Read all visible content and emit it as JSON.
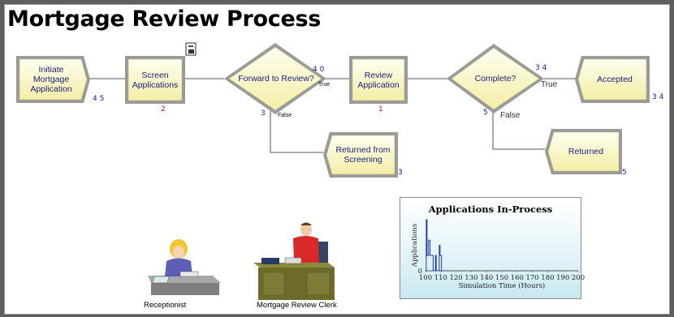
{
  "title": "Mortgage Review Process",
  "nodes": {
    "initiate": {
      "label": "Initiate Mortgage Application",
      "count": "4 5"
    },
    "screen": {
      "label": "Screen Applications",
      "count": "2"
    },
    "forward": {
      "label": "Forward to Review?",
      "count_true": "4 0",
      "count_false": "3",
      "true_label": "True",
      "false_label": "False"
    },
    "review": {
      "label": "Review Application",
      "count": "1"
    },
    "complete": {
      "label": "Complete?",
      "count_true": "3 4",
      "count_false": "5",
      "true_label": "True",
      "false_label": "False"
    },
    "accepted": {
      "label": "Accepted",
      "count": "3 4"
    },
    "returned_screening": {
      "label": "Returned from Screening",
      "count": "3"
    },
    "returned": {
      "label": "Returned",
      "count": "5"
    }
  },
  "people": {
    "receptionist": "Receptionist",
    "clerk": "Mortgage Review Clerk"
  },
  "chart_data": {
    "type": "line",
    "title": "Applications In-Process",
    "xlabel": "Simulation Time (Hours)",
    "ylabel": "Applications",
    "xlim": [
      100,
      200
    ],
    "ylim": [
      0,
      10
    ],
    "x_ticks": [
      100,
      110,
      120,
      130,
      140,
      150,
      160,
      170,
      180,
      190,
      200
    ],
    "y_ticks": [
      0
    ],
    "series": [
      {
        "x": [
          100,
          100.5,
          100.5,
          101,
          101,
          102,
          102,
          103,
          103,
          105,
          105,
          106.5,
          106.5,
          107,
          107,
          109,
          109,
          109.5,
          109.5,
          110.5,
          110.5,
          111
        ],
        "y": [
          0,
          0,
          10,
          10,
          3,
          3,
          6,
          6,
          3,
          3,
          0,
          0,
          3,
          3,
          0,
          0,
          5,
          5,
          3,
          3,
          0,
          0
        ]
      }
    ]
  }
}
